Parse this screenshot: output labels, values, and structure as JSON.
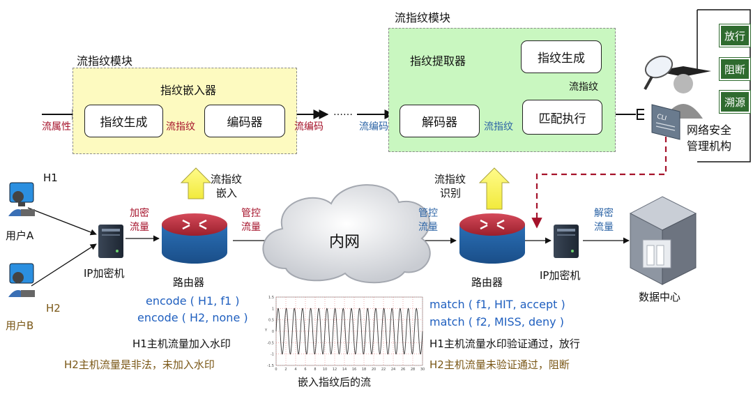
{
  "left_module": {
    "title": "流指纹模块",
    "embedder_title": "指纹嵌入器",
    "fp_gen": "指纹生成",
    "encoder": "编码器",
    "in_label": "流属性",
    "mid_label": "流指纹",
    "out_label": "流编码",
    "ellipsis": "……"
  },
  "right_module": {
    "title": "流指纹模块",
    "extractor_title": "指纹提取器",
    "in_label": "流编码",
    "decoder": "解码器",
    "fp_gen": "指纹生成",
    "down_label": "流指纹",
    "mid_label": "流指纹",
    "match": "匹配执行"
  },
  "admin": {
    "label_line1": "网络安全",
    "label_line2": "管理机构",
    "cli": "CLI",
    "buttons": [
      "放行",
      "阻断",
      "溯源"
    ]
  },
  "users": {
    "h1": "H1",
    "user_a": "用户A",
    "h2": "H2",
    "user_b": "用户B"
  },
  "left_net": {
    "crypto": "IP加密机",
    "enc_flow_1": "加密",
    "enc_flow_2": "流量",
    "router": "路由器",
    "embed_1": "流指纹",
    "embed_2": "嵌入",
    "ctrl_1": "管控",
    "ctrl_2": "流量",
    "code1": "encode ( H1, f1 )",
    "code2": "encode ( H2, none )",
    "note1": "H1主机流量加入水印",
    "note2": "H2主机流量是非法，未加入水印"
  },
  "cloud": {
    "label": "内网"
  },
  "right_net": {
    "ctrl_1": "管控",
    "ctrl_2": "流量",
    "recog_1": "流指纹",
    "recog_2": "识别",
    "router": "路由器",
    "crypto": "IP加密机",
    "dec_1": "解密",
    "dec_2": "流量",
    "datacenter": "数据中心",
    "code1": "match ( f1, HIT, accept )",
    "code2": "match ( f2, MISS, deny )",
    "note1": "H1主机流量水印验证通过，放行",
    "note2": "H2主机流量未验证通过，阻断"
  },
  "waveform": {
    "caption": "嵌入指纹后的流",
    "y_ticks": [
      "1.5",
      "1",
      "0.5",
      "0",
      "-0.5",
      "-1",
      "-1.5"
    ],
    "x_ticks": [
      "0",
      "2",
      "4",
      "6",
      "8",
      "10",
      "12",
      "14",
      "16",
      "18",
      "20",
      "22",
      "24",
      "26",
      "28",
      "30"
    ],
    "ylabel": "Y",
    "cycles": 18,
    "xlim": [
      0,
      30
    ],
    "ylim": [
      -1.5,
      1.5
    ]
  }
}
